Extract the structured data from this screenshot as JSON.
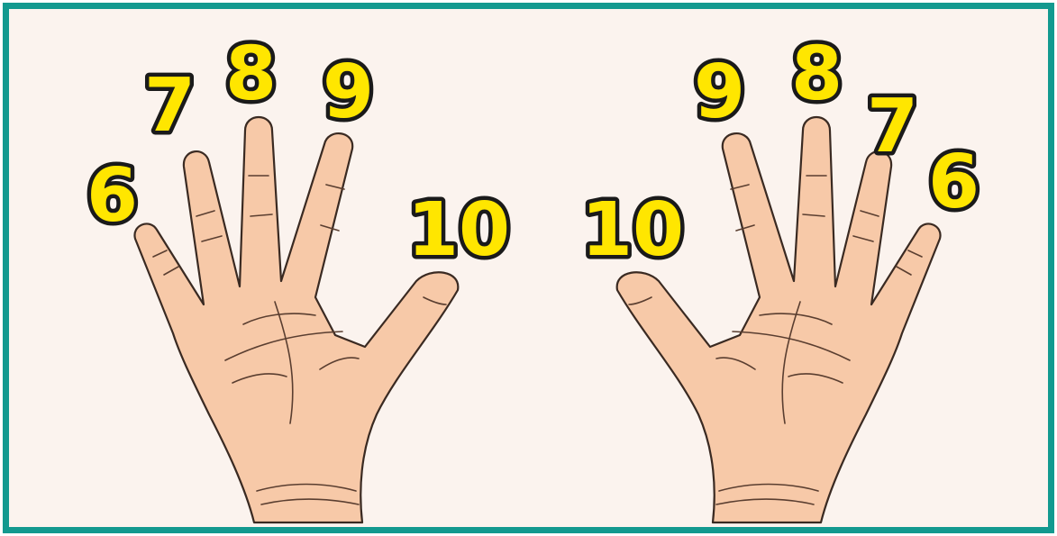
{
  "colors": {
    "border": "#13998f",
    "background": "#fbf3ee",
    "skin": "#f7c9a8",
    "number_fill": "#ffe600",
    "number_outline": "#1a1a1a"
  },
  "left_hand": {
    "pinky": "6",
    "ring": "7",
    "middle": "8",
    "index": "9",
    "thumb": "10"
  },
  "right_hand": {
    "thumb": "10",
    "index": "9",
    "middle": "8",
    "ring": "7",
    "pinky": "6"
  }
}
